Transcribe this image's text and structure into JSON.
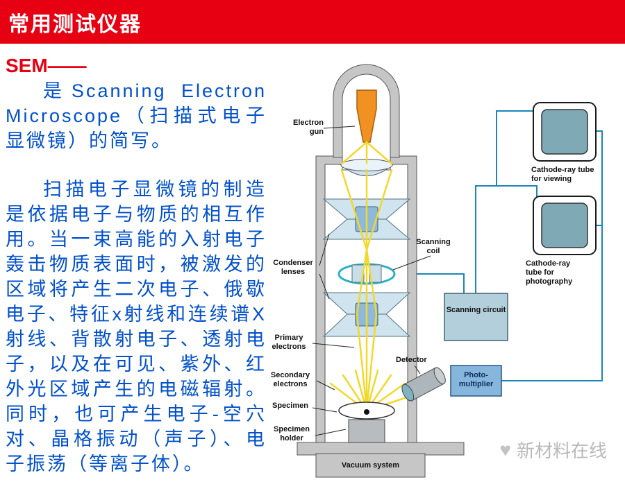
{
  "banner": {
    "title": "常用测试仪器"
  },
  "intro": {
    "heading": "SEM——",
    "para1": "是Scanning Electron Microscope（扫描式电子显微镜）的简写。",
    "para2": "扫描电子显微镜的制造是依据电子与物质的相互作用。当一束高能的入射电子轰击物质表面时，被激发的区域将产生二次电子、俄歇电子、特征x射线和连续谱X射线、背散射电子、透射电子，以及在可见、紫外、红外光区域产生的电磁辐射。同时，也可产生电子-空穴对、晶格振动（声子）、电子振荡（等离子体）。"
  },
  "diagram": {
    "labels": {
      "electron_gun": "Electron gun",
      "condenser_lenses": "Condenser lenses",
      "scanning_coil": "Scanning coil",
      "primary_electrons": "Primary electrons",
      "secondary_electrons": "Secondary electrons",
      "specimen": "Specimen",
      "specimen_holder": "Specimen holder",
      "detector": "Detector",
      "vacuum_system": "Vacuum system",
      "scanning_circuit": "Scanning circuit",
      "photo_multiplier": "Photo-multiplier",
      "crt_viewing": "Cathode-ray tube for viewing",
      "crt_photography": "Cathode-ray tube for photography"
    },
    "colors": {
      "brand_red": "#e60012",
      "text_blue": "#0050cc",
      "beam_yellow": "#f2d82a",
      "gun_orange": "#f09122",
      "lens_fill": "#cfe4ee",
      "lens_core": "#8fb9da",
      "column_gray": "#c6c6c6",
      "wire_teal": "#1b86b8",
      "crt_screen": "#7fa9b5",
      "scanning_circuit_box": "#b4cfdc",
      "photo_multiplier_box": "#86b6dc"
    }
  },
  "watermark": {
    "text": "新材料在线",
    "symbol": "♥"
  }
}
